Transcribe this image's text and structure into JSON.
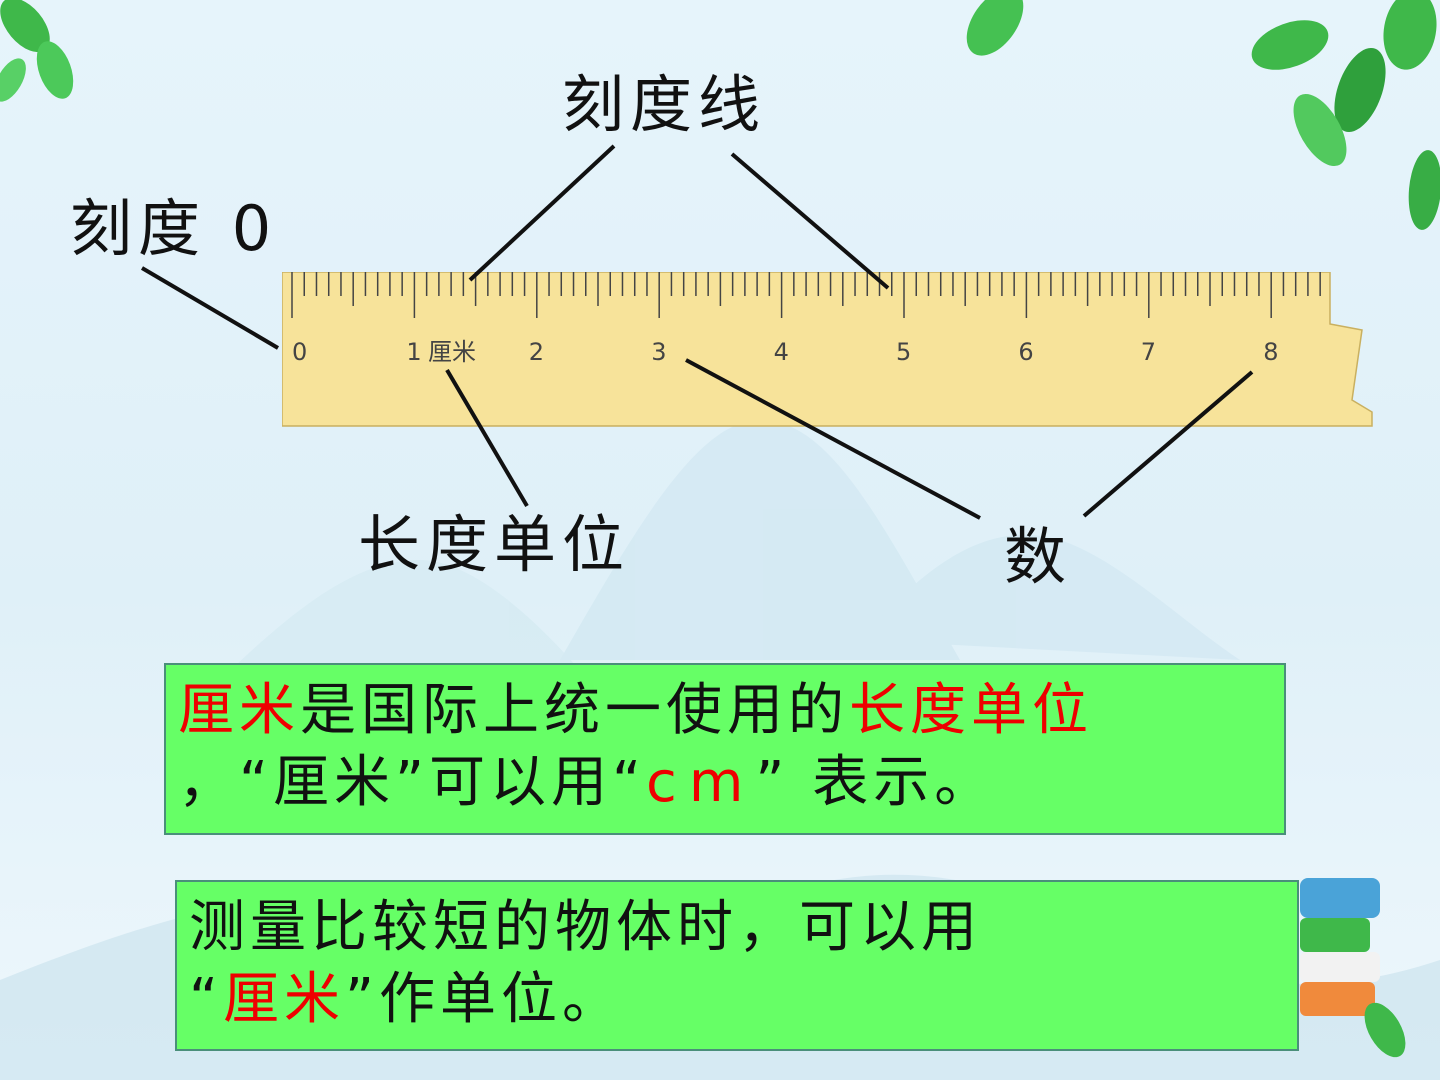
{
  "labels": {
    "tick_line": "刻度线",
    "zero_mark": "刻度 0",
    "length_unit": "长度单位",
    "number": "数"
  },
  "ruler": {
    "numbers": [
      "0",
      "1",
      "2",
      "3",
      "4",
      "5",
      "6",
      "7",
      "8"
    ],
    "unit_label": "厘米",
    "fill_color": "#f7e39a"
  },
  "box1": {
    "part1": "厘米",
    "part2": "是国际上统一使用的",
    "part3": "长度单位",
    "part4": "，“厘米”可以用“",
    "part5": "cm",
    "part6": "” 表示。"
  },
  "box2": {
    "part1": "测量比较短的物体时，可以用",
    "part2": "“",
    "part3": "厘米",
    "part4": "”作单位。"
  },
  "colors": {
    "highlight_red": "#ee0000",
    "box_green": "#66ff66",
    "leaf_green": "#3fb84a"
  }
}
